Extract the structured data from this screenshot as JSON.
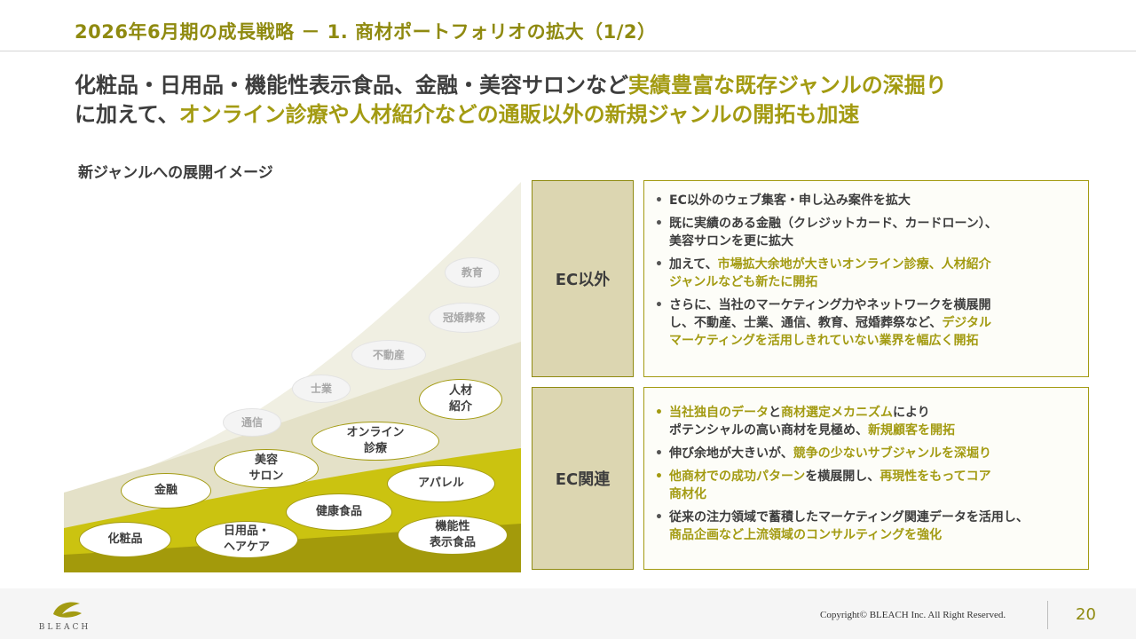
{
  "title": "2026年6月期の成長戦略 － 1. 商材ポートフォリオの拡大（1/2）",
  "headline": {
    "line1_plain": "化粧品・日用品・機能性表示食品、金融・美容サロンなど",
    "line1_highlight": "実績豊富な既存ジャンルの深掘り",
    "line2_plain_a": "に加えて、",
    "line2_highlight": "オンライン診療や人材紹介などの通販以外の新規ジャンルの開拓も加速"
  },
  "diagram": {
    "title": "新ジャンルへの展開イメージ",
    "bubbles": {
      "kyoiku": "教育",
      "kankon": "冠婚葬祭",
      "fudosan": "不動産",
      "shigyo_": "士業",
      "tsushin": "通信",
      "jinzai": [
        "人材",
        "紹介"
      ],
      "online": [
        "オンライン",
        "診療"
      ],
      "biyo": [
        "美容",
        "サロン"
      ],
      "kinyu": "金融",
      "apparel": "アパレル",
      "kenko": "健康食品",
      "kesho": "化粧品",
      "nichiyo": [
        "日用品・",
        "ヘアケア"
      ],
      "kino": [
        "機能性",
        "表示食品"
      ]
    }
  },
  "sections": {
    "ec_igai": {
      "label": "EC以外",
      "b1": "EC以外のウェブ集客・申し込み案件を拡大",
      "b2_l1": "既に実績のある金融（クレジットカード、カードローン）、",
      "b2_l2": "美容サロンを更に拡大",
      "b3_plain": "加えて、",
      "b3_hl_l1": "市場拡大余地が大きいオンライン診療、人材紹介",
      "b3_hl_l2": "ジャンルなども新たに開拓",
      "b4_l1": "さらに、当社のマーケティング力やネットワークを横展開",
      "b4_l2_plain": "し、不動産、士業、通信、教育、冠婚葬祭など、",
      "b4_l2_hl": "デジタル",
      "b4_l3_hl": "マーケティングを活用しきれていない業界を幅広く開拓"
    },
    "ec_kanren": {
      "label": "EC関連",
      "b1_hl_a": "当社独自のデータ",
      "b1_plain_a": "と",
      "b1_hl_b": "商材選定メカニズム",
      "b1_plain_b": "により",
      "b1_l2_plain": "ポテンシャルの高い商材を見極め、",
      "b1_l2_hl": "新規顧客を開拓",
      "b2_plain": "伸び余地が大きいが、",
      "b2_hl": "競争の少ないサブジャンルを深堀り",
      "b3_hl_a": "他商材での成功パターン",
      "b3_plain": "を横展開し、",
      "b3_hl_b": "再現性をもってコア",
      "b3_hl_c": "商材化",
      "b4_l1": "従来の注力領域で蓄積したマーケティング関連データを活用し、",
      "b4_hl": "商品企画など上流領域のコンサルティングを強化"
    }
  },
  "footer": {
    "logo_text": "BLEACH",
    "copyright": "Copyright© BLEACH Inc. All Right Reserved.",
    "page": "20"
  },
  "colors": {
    "accent": "#a39b12",
    "title": "#8f8a10",
    "label_bg": "#dcd6b1",
    "band_dark": "#a39a0b",
    "band_mid": "#cbc310",
    "band_light": "#e4e1c8",
    "band_pale": "#f0efe2"
  }
}
